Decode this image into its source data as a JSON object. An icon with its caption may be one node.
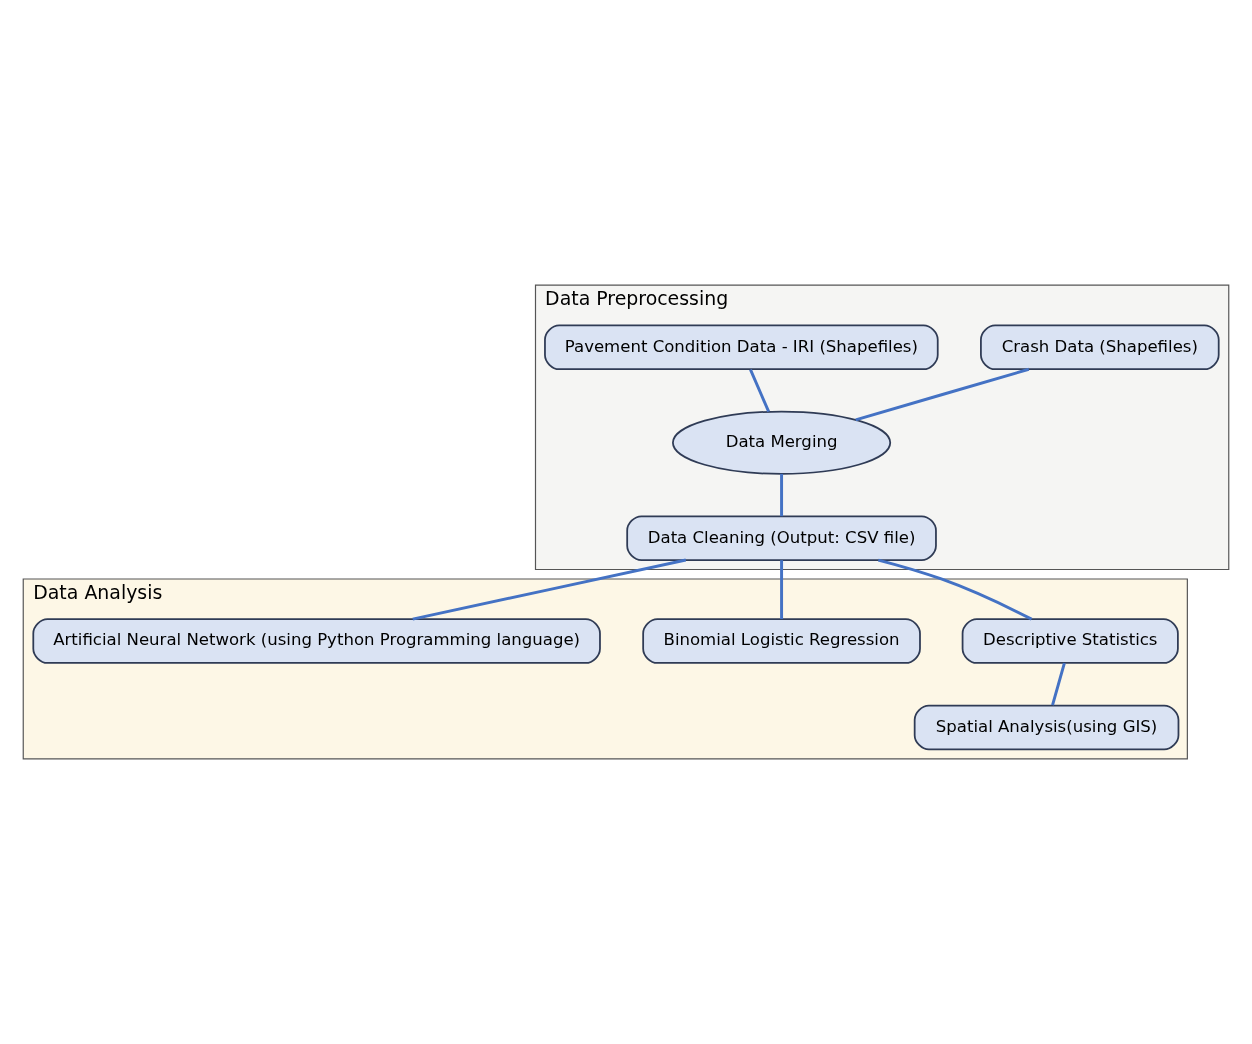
{
  "diagram": {
    "nodes": [
      {
        "text": [
          "Data Preprocessing"
        ]
      },
      {
        "text": [
          "Crash Data (Shapefiles)"
        ],
        "in": 0
      },
      {
        "text": [
          "Pavement Condition Data - IRI (Shapefiles)"
        ],
        "in": 0
      },
      {
        "text": [
          "Data Merging"
        ],
        "in": 0
      },
      {
        "text": [
          "Data Cleaning (Output: CSV file)"
        ],
        "in": 0
      },
      {
        "text": [
          "Data Analysis"
        ]
      },
      {
        "text": [
          "Descriptive Statistics"
        ],
        "in": 5
      },
      {
        "text": [
          "Binomial Logistic Regression"
        ],
        "in": 5
      },
      {
        "text": [
          "Artificial Neural Network (using Python Programming language)"
        ],
        "in": 5
      },
      {
        "text": [
          "Spatial Analysis(using GIS)"
        ],
        "in": 5
      }
    ],
    "edges": [
      {
        "from": 1,
        "to": 3,
        "arrow": "none"
      },
      {
        "from": 2,
        "to": 3,
        "arrow": "none"
      },
      {
        "from": 3,
        "to": 4,
        "arrow": "none"
      },
      {
        "from": 4,
        "to": 6,
        "arrow": "none"
      },
      {
        "from": 4,
        "to": 7,
        "arrow": "none"
      },
      {
        "from": 4,
        "to": 8,
        "arrow": "none"
      },
      {
        "from": 6,
        "to": 9,
        "arrow": "none"
      }
    ]
  }
}
